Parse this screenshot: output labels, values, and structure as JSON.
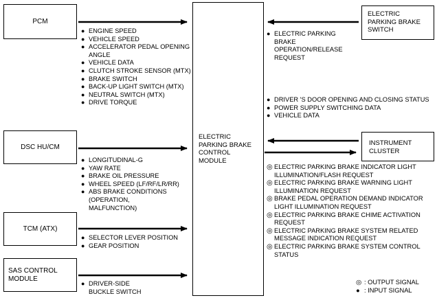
{
  "module": {
    "lines": [
      "ELECTRIC",
      "PARKING BRAKE",
      "CONTROL",
      "MODULE"
    ]
  },
  "blocks": {
    "pcm": "PCM",
    "dsc": "DSC HU/CM",
    "tcm": "TCM (ATX)",
    "sas": [
      "SAS CONTROL",
      "MODULE"
    ],
    "epb_switch": [
      "ELECTRIC",
      "PARKING BRAKE",
      "SWITCH"
    ],
    "cluster": [
      "INSTRUMENT",
      "CLUSTER"
    ]
  },
  "signals": {
    "pcm": [
      "ENGINE SPEED",
      "VEHICLE SPEED",
      "ACCELERATOR PEDAL OPENING ANGLE",
      "VEHICLE DATA",
      "CLUTCH STROKE SENSOR (MTX)",
      "BRAKE SWITCH",
      "BACK-UP LIGHT SWITCH (MTX)",
      "NEUTRAL SWITCH (MTX)",
      "DRIVE TORQUE"
    ],
    "dsc": [
      "LONGITUDINAL-G",
      "YAW RATE",
      "BRAKE OIL PRESSURE",
      "WHEEL SPEED (LF/RF/LR/RR)",
      "ABS BRAKE CONDITIONS (OPERATION, MALFUNCTION)"
    ],
    "tcm": [
      "SELECTOR LEVER POSITION",
      "GEAR POSITION"
    ],
    "sas": [
      "DRIVER-SIDE BUCKLE SWITCH"
    ],
    "epb_switch": [
      "ELECTRIC PARKING BRAKE OPERATION/RELEASE REQUEST"
    ],
    "cluster_in": [
      "DRIVER 'S DOOR OPENING AND CLOSING STATUS",
      "POWER SUPPLY SWITCHING DATA",
      "VEHICLE DATA"
    ],
    "cluster_out": [
      "ELECTRIC PARKING BRAKE INDICATOR LIGHT ILLUMINATION/FLASH REQUEST",
      "ELECTRIC PARKING BRAKE WARNING LIGHT ILLUMINATION REQUEST",
      "BRAKE PEDAL OPERATION DEMAND INDICATOR LIGHT ILLUMINATION REQUEST",
      "ELECTRIC PARKING BRAKE CHIME ACTIVATION REQUEST",
      "ELECTRIC PARKING BRAKE SYSTEM RELATED MESSAGE INDICATION REQUEST",
      "ELECTRIC PARKING BRAKE SYSTEM CONTROL STATUS"
    ]
  },
  "legend": {
    "output": ": OUTPUT SIGNAL",
    "input": ": INPUT SIGNAL"
  }
}
